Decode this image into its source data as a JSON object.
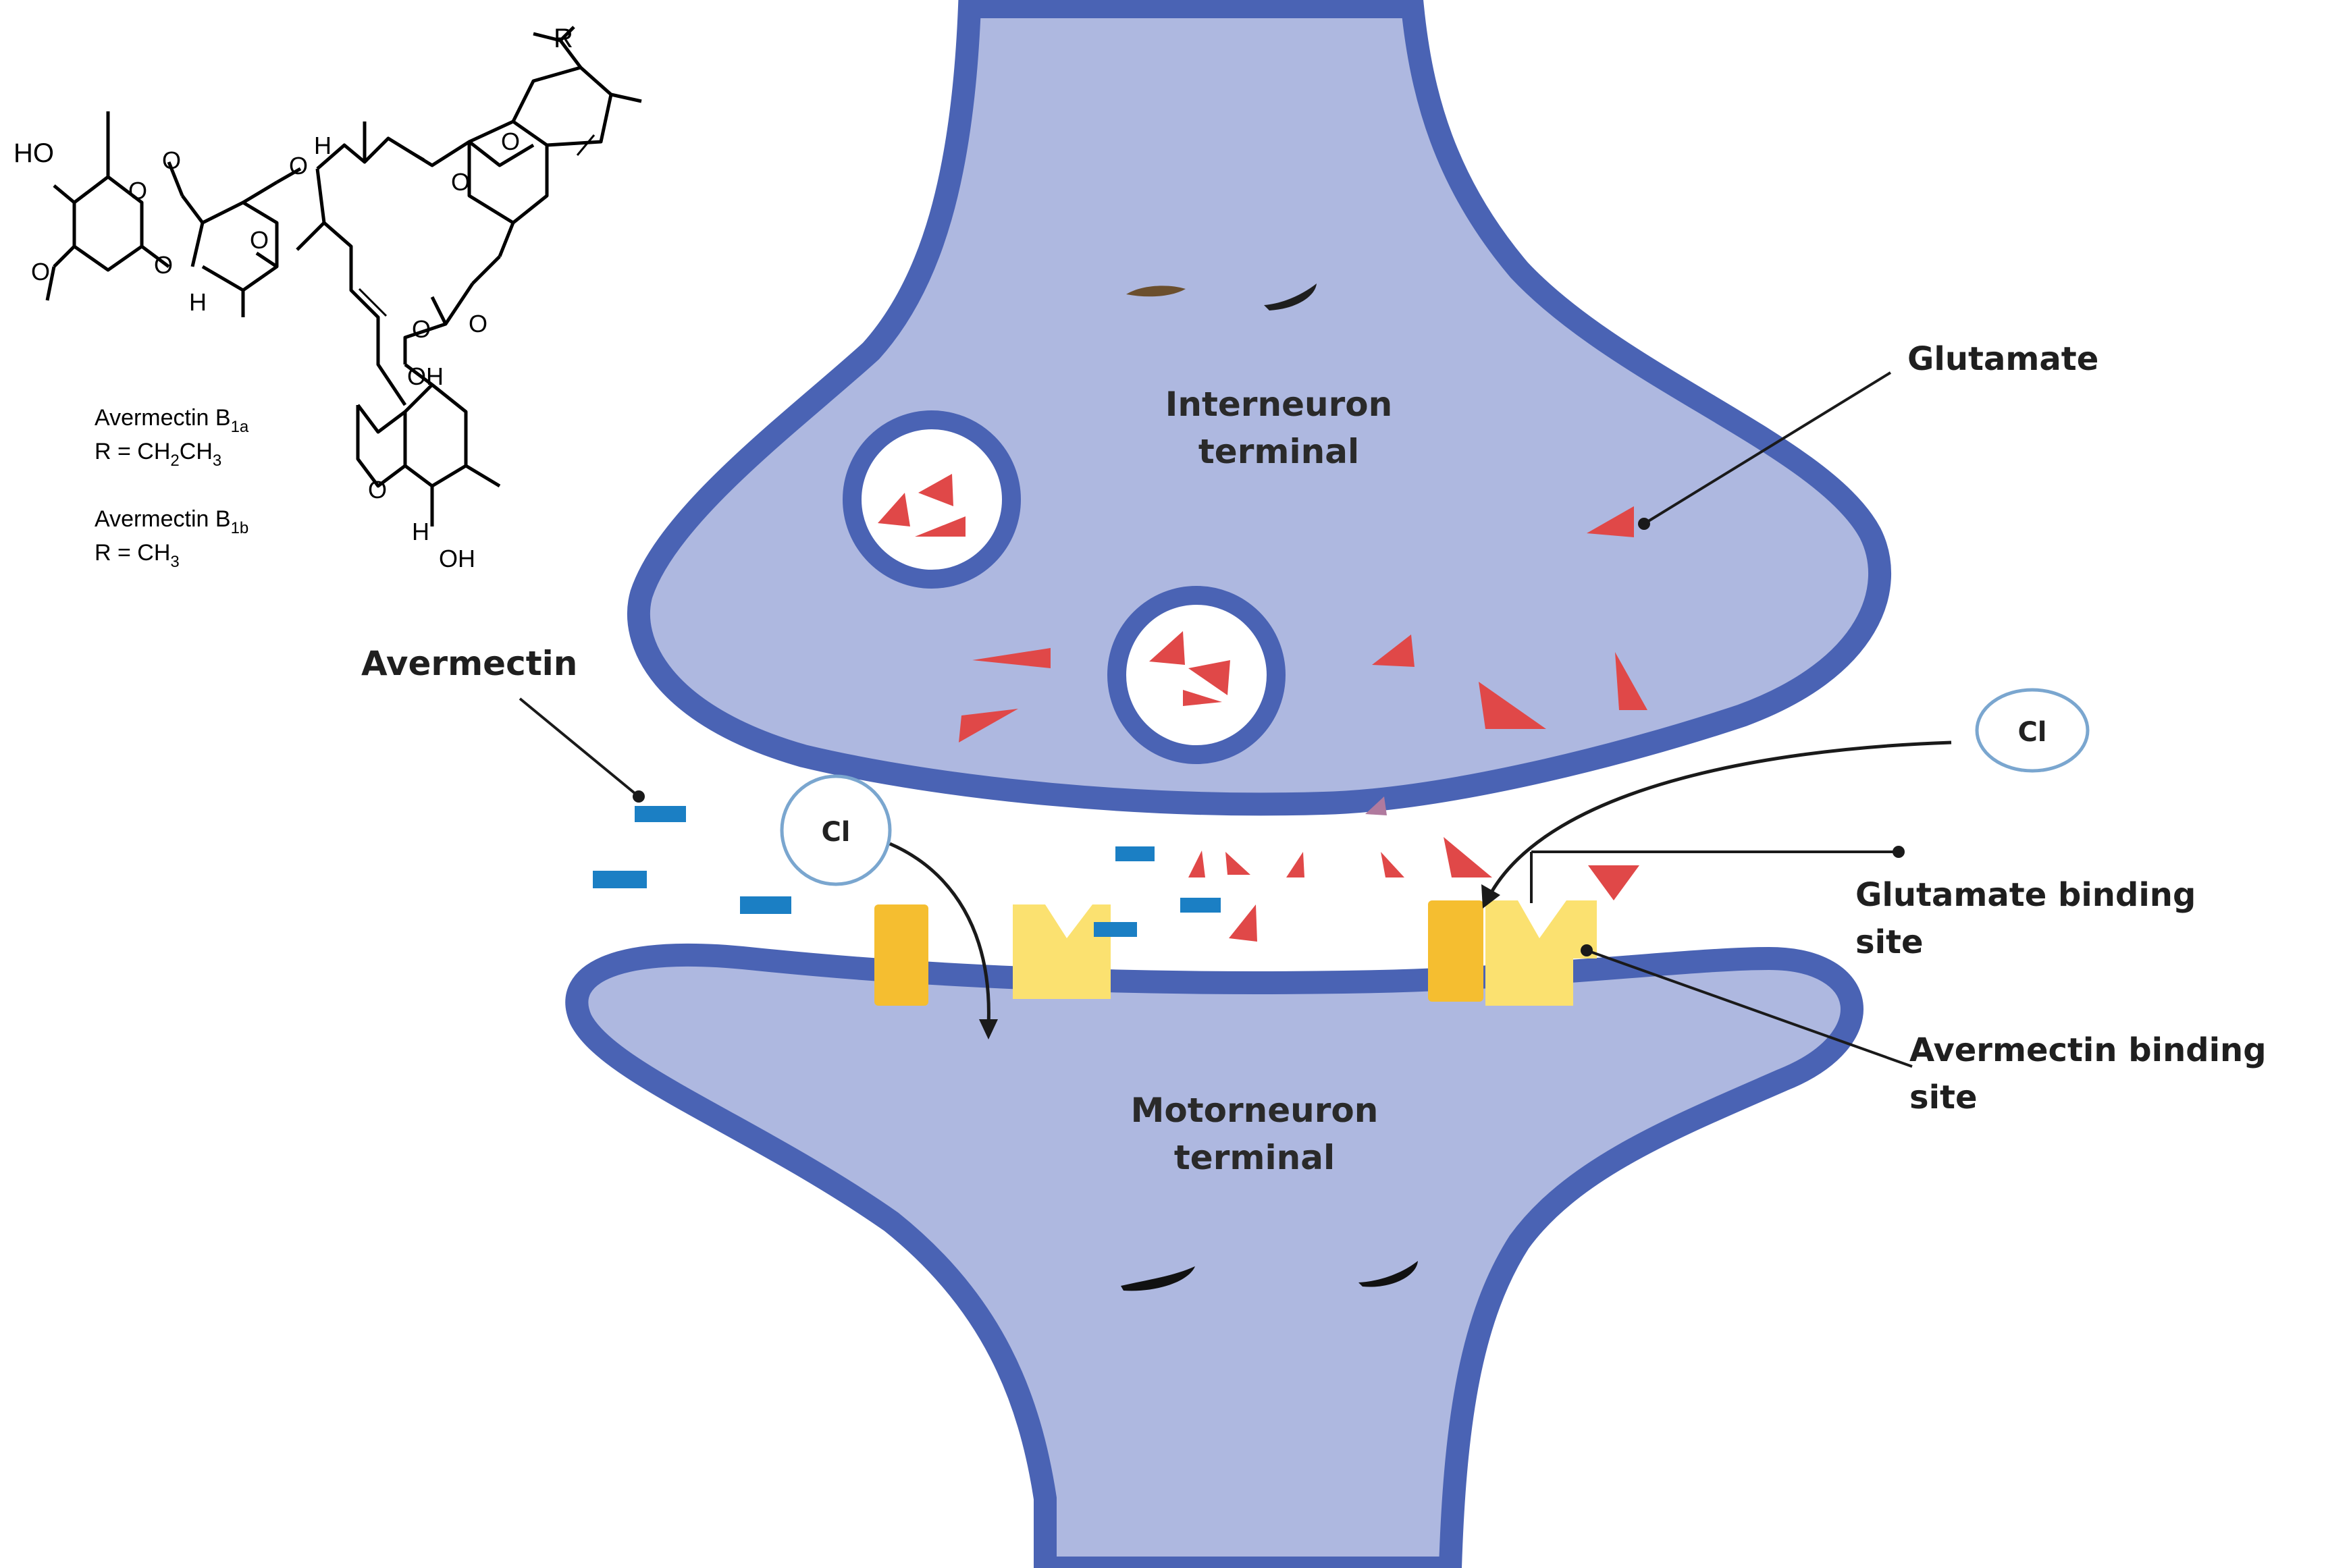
{
  "labels": {
    "glutamate": "Glutamate",
    "avermectin": "Avermectin",
    "interneuron_line1": "Interneuron",
    "interneuron_line2": "terminal",
    "motorneuron_line1": "Motorneuron",
    "motorneuron_line2": "terminal",
    "glutamate_site_line1": "Glutamate binding",
    "glutamate_site_line2": "site",
    "avermectin_site_line1": "Avermectin binding",
    "avermectin_site_line2": "site",
    "cl_ion": "Cl"
  },
  "structure": {
    "b1a_name": "Avermectin B",
    "b1a_sub": "1a",
    "b1a_r_prefix": "R = CH",
    "b1a_r_sub1": "2",
    "b1a_r_mid": "CH",
    "b1a_r_sub2": "3",
    "b1b_name": "Avermectin B",
    "b1b_sub": "1b",
    "b1b_r_prefix": "R = CH",
    "b1b_r_sub": "3",
    "atom_r": "R",
    "atom_ho": "HO",
    "atom_o": "O",
    "atom_h": "H",
    "atom_oh": "OH"
  },
  "colors": {
    "membrane_outline": "#4a63b4",
    "cytoplasm": "#aeb8e0",
    "glutamate": "#e04848",
    "avermectin": "#1b7fc4",
    "receptor_channel": "#f5be30",
    "receptor_site": "#fbe170",
    "ion_circle": "#7aa6cf"
  }
}
